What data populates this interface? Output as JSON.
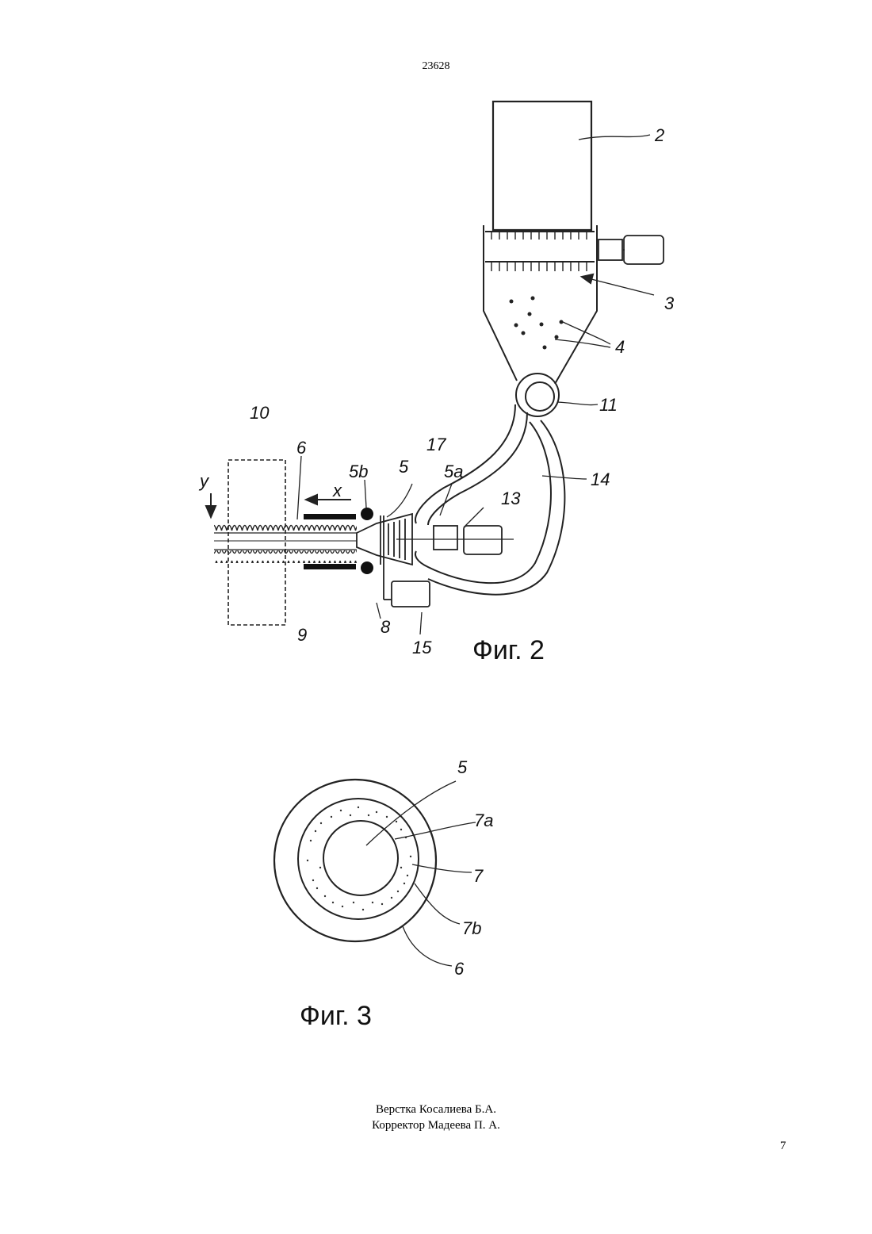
{
  "header": {
    "doc_number": "23628"
  },
  "figure2": {
    "caption": "Фиг. 2",
    "labels": {
      "l2": "2",
      "l3": "3",
      "l4": "4",
      "l11": "11",
      "l14": "14",
      "l13": "13",
      "l10": "10",
      "l6": "6",
      "l5b": "5b",
      "l5": "5",
      "l17": "17",
      "l5a": "5a",
      "ly": "y",
      "lx": "x",
      "l9": "9",
      "l8": "8",
      "l15": "15"
    }
  },
  "figure3": {
    "caption": "Фиг. 3",
    "labels": {
      "l5": "5",
      "l7a": "7a",
      "l7": "7",
      "l7b": "7b",
      "l6": "6"
    }
  },
  "footer": {
    "line1": "Верстка Косалиева Б.А.",
    "line2": "Корректор Мадеева П. А."
  },
  "page_number": "7"
}
